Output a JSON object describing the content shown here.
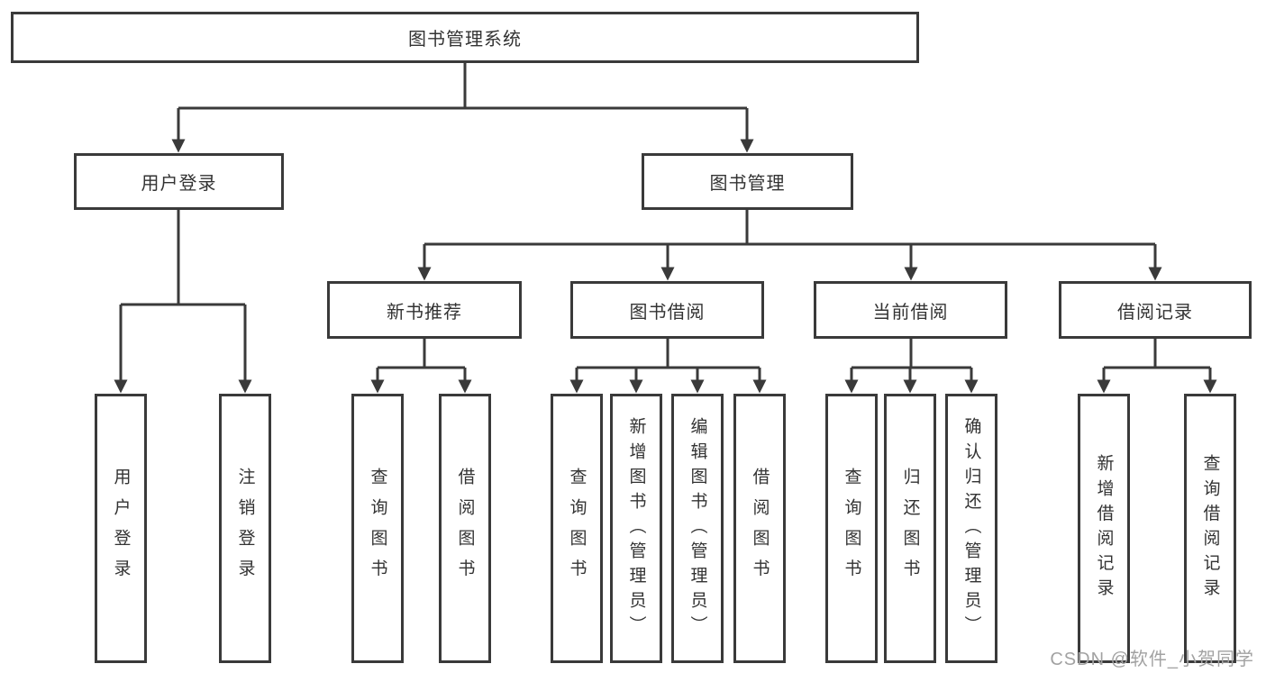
{
  "diagram": {
    "root": {
      "label": "图书管理系统"
    },
    "level2": [
      {
        "label": "用户登录"
      },
      {
        "label": "图书管理"
      }
    ],
    "level3": [
      {
        "label": "新书推荐"
      },
      {
        "label": "图书借阅"
      },
      {
        "label": "当前借阅"
      },
      {
        "label": "借阅记录"
      }
    ],
    "leaves": {
      "user_login": [
        "用户登录",
        "注销登录"
      ],
      "new_book_recommend": [
        "查询图书",
        "借阅图书"
      ],
      "book_borrowing": [
        "查询图书",
        "新增图书（管理员）",
        "编辑图书（管理员）",
        "借阅图书"
      ],
      "current_borrowing": [
        "查询图书",
        "归还图书",
        "确认归还（管理员）"
      ],
      "borrowing_records": [
        "新增借阅记录",
        "查询借阅记录"
      ]
    },
    "watermark": "CSDN @软件_小贺同学",
    "colors": {
      "line": "#3a3a3a",
      "text": "#333333",
      "background": "#ffffff",
      "watermark": "#a2a2a2"
    }
  }
}
